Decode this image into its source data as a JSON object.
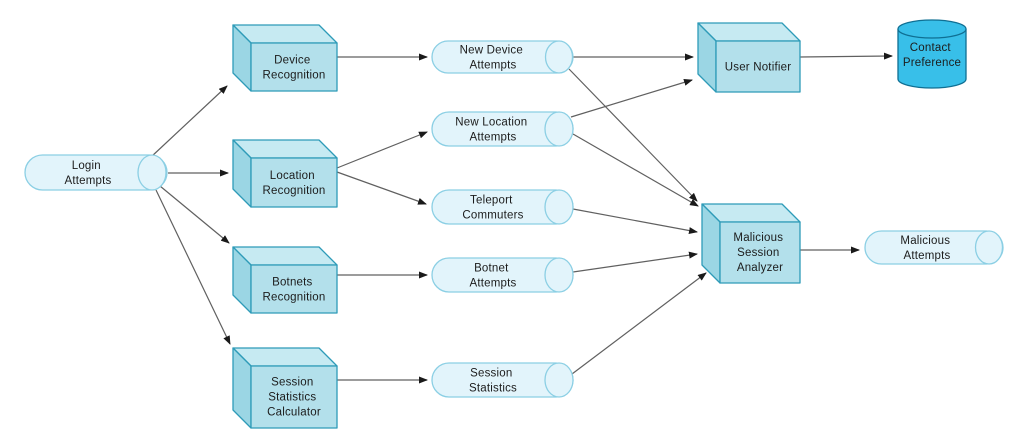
{
  "diagram": {
    "type": "data-flow-diagram",
    "background": "#ffffff",
    "colors": {
      "process_box_front": "#b3e0eb",
      "process_box_top": "#c6eaf2",
      "process_box_side": "#9bd6e4",
      "process_box_stroke": "#2e9bb8",
      "datastore_fill": "#e2f4fb",
      "datastore_stroke": "#8bcfe4",
      "database_fill": "#38bfe9",
      "database_stroke": "#0f6f93",
      "edge_line": "#606060",
      "arrowhead": "#1a1a1a",
      "text": "#1c1c1c"
    },
    "nodes": {
      "login_attempts": {
        "label": "Login Attempts",
        "shape": "horizontal-cylinder",
        "lines": [
          "Login",
          "Attempts"
        ]
      },
      "device_recognition": {
        "label": "Device Recognition",
        "shape": "cube",
        "lines": [
          "Device",
          "Recognition"
        ]
      },
      "location_recognition": {
        "label": "Location Recognition",
        "shape": "cube",
        "lines": [
          "Location",
          "Recognition"
        ]
      },
      "botnets_recognition": {
        "label": "Botnets Recognition",
        "shape": "cube",
        "lines": [
          "Botnets",
          "Recognition"
        ]
      },
      "session_statistics_calculator": {
        "label": "Session Statistics Calculator",
        "shape": "cube",
        "lines": [
          "Session",
          "Statistics",
          "Calculator"
        ]
      },
      "new_device_attempts": {
        "label": "New Device Attempts",
        "shape": "horizontal-cylinder",
        "lines": [
          "New Device",
          "Attempts"
        ]
      },
      "new_location_attempts": {
        "label": "New Location Attempts",
        "shape": "horizontal-cylinder",
        "lines": [
          "New Location",
          "Attempts"
        ]
      },
      "teleport_commuters": {
        "label": "Teleport Commuters",
        "shape": "horizontal-cylinder",
        "lines": [
          "Teleport",
          "Commuters"
        ]
      },
      "botnet_attempts": {
        "label": "Botnet Attempts",
        "shape": "horizontal-cylinder",
        "lines": [
          "Botnet",
          "Attempts"
        ]
      },
      "session_statistics": {
        "label": "Session Statistics",
        "shape": "horizontal-cylinder",
        "lines": [
          "Session",
          "Statistics"
        ]
      },
      "user_notifier": {
        "label": "User Notifier",
        "shape": "cube",
        "lines": [
          "User Notifier"
        ]
      },
      "malicious_session_analyzer": {
        "label": "Malicious Session Analyzer",
        "shape": "cube",
        "lines": [
          "Malicious",
          "Session",
          "Analyzer"
        ]
      },
      "contact_preference": {
        "label": "Contact Preference",
        "shape": "database-cylinder",
        "lines": [
          "Contact",
          "Preference"
        ]
      },
      "malicious_attempts": {
        "label": "Malicious Attempts",
        "shape": "horizontal-cylinder",
        "lines": [
          "Malicious",
          "Attempts"
        ]
      }
    },
    "edges": [
      {
        "from": "login_attempts",
        "to": "device_recognition"
      },
      {
        "from": "login_attempts",
        "to": "location_recognition"
      },
      {
        "from": "login_attempts",
        "to": "botnets_recognition"
      },
      {
        "from": "login_attempts",
        "to": "session_statistics_calculator"
      },
      {
        "from": "device_recognition",
        "to": "new_device_attempts"
      },
      {
        "from": "location_recognition",
        "to": "new_location_attempts"
      },
      {
        "from": "location_recognition",
        "to": "teleport_commuters"
      },
      {
        "from": "botnets_recognition",
        "to": "botnet_attempts"
      },
      {
        "from": "session_statistics_calculator",
        "to": "session_statistics"
      },
      {
        "from": "new_device_attempts",
        "to": "user_notifier"
      },
      {
        "from": "new_device_attempts",
        "to": "malicious_session_analyzer"
      },
      {
        "from": "new_location_attempts",
        "to": "user_notifier"
      },
      {
        "from": "new_location_attempts",
        "to": "malicious_session_analyzer"
      },
      {
        "from": "teleport_commuters",
        "to": "malicious_session_analyzer"
      },
      {
        "from": "botnet_attempts",
        "to": "malicious_session_analyzer"
      },
      {
        "from": "session_statistics",
        "to": "malicious_session_analyzer"
      },
      {
        "from": "user_notifier",
        "to": "contact_preference"
      },
      {
        "from": "malicious_session_analyzer",
        "to": "malicious_attempts"
      }
    ]
  }
}
